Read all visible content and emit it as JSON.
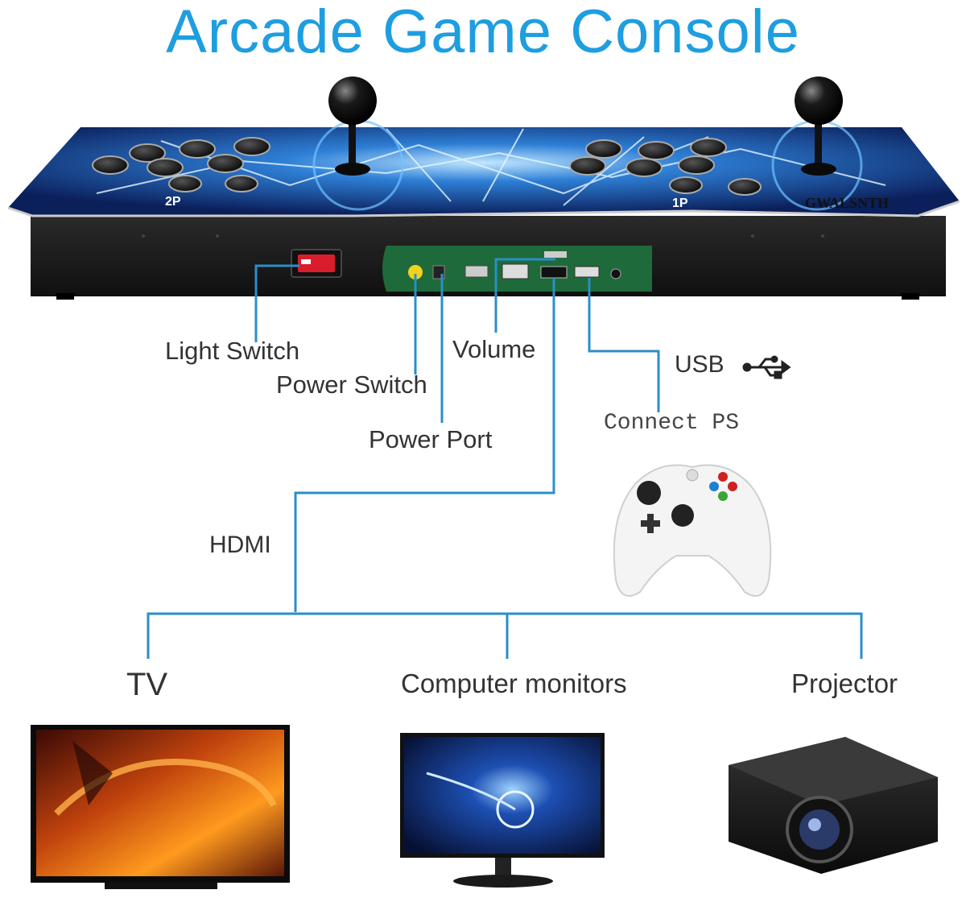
{
  "title": "Arcade Game Console",
  "console": {
    "brand": "GWALSNTH",
    "player_marks": [
      "2P",
      "1P"
    ]
  },
  "ports": {
    "light_switch": "Light Switch",
    "power_switch": "Power Switch",
    "power_port": "Power Port",
    "volume": "Volume",
    "usb": "USB",
    "usb_icon": "usb-icon",
    "connect_ps": "Connect PS",
    "hdmi": "HDMI"
  },
  "outputs": {
    "tv": "TV",
    "monitors": "Computer monitors",
    "projector": "Projector"
  },
  "colors": {
    "title": "#1e9ee0",
    "connector": "#2a8fc8",
    "console_body": "#1a1a1a",
    "panel_blue": "#1a4fa0",
    "io_board": "#1f6a3a"
  }
}
